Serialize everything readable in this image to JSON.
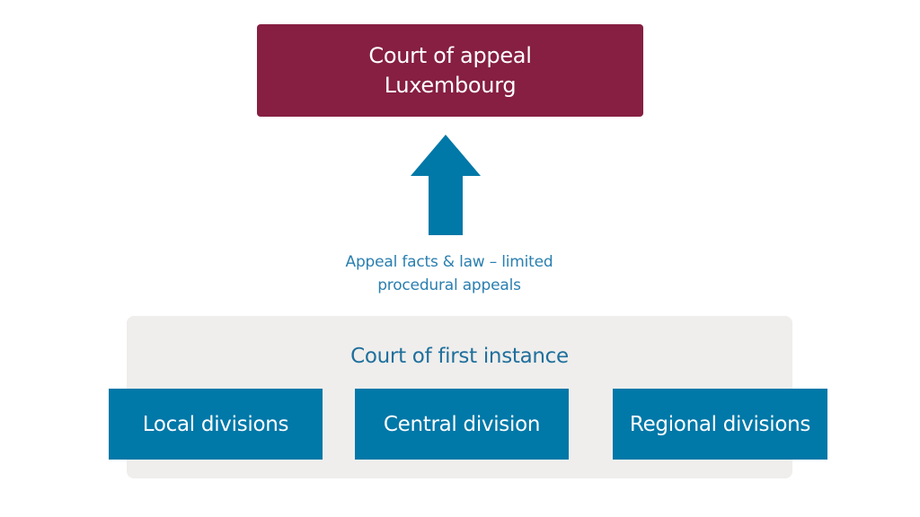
{
  "court_of_appeal": {
    "line1": "Court of appeal",
    "line2": "Luxembourg",
    "color": "#861f41"
  },
  "appeal_route": {
    "line1": "Appeal facts & law – limited",
    "line2": "procedural appeals",
    "arrow_color": "#0078a8",
    "text_color": "#2a7fb0"
  },
  "court_of_first_instance": {
    "title": "Court of first instance",
    "panel_color": "#efeeec",
    "divisions": [
      {
        "label": "Local divisions"
      },
      {
        "label": "Central division"
      },
      {
        "label": "Regional divisions"
      }
    ],
    "division_color": "#0078a8"
  }
}
